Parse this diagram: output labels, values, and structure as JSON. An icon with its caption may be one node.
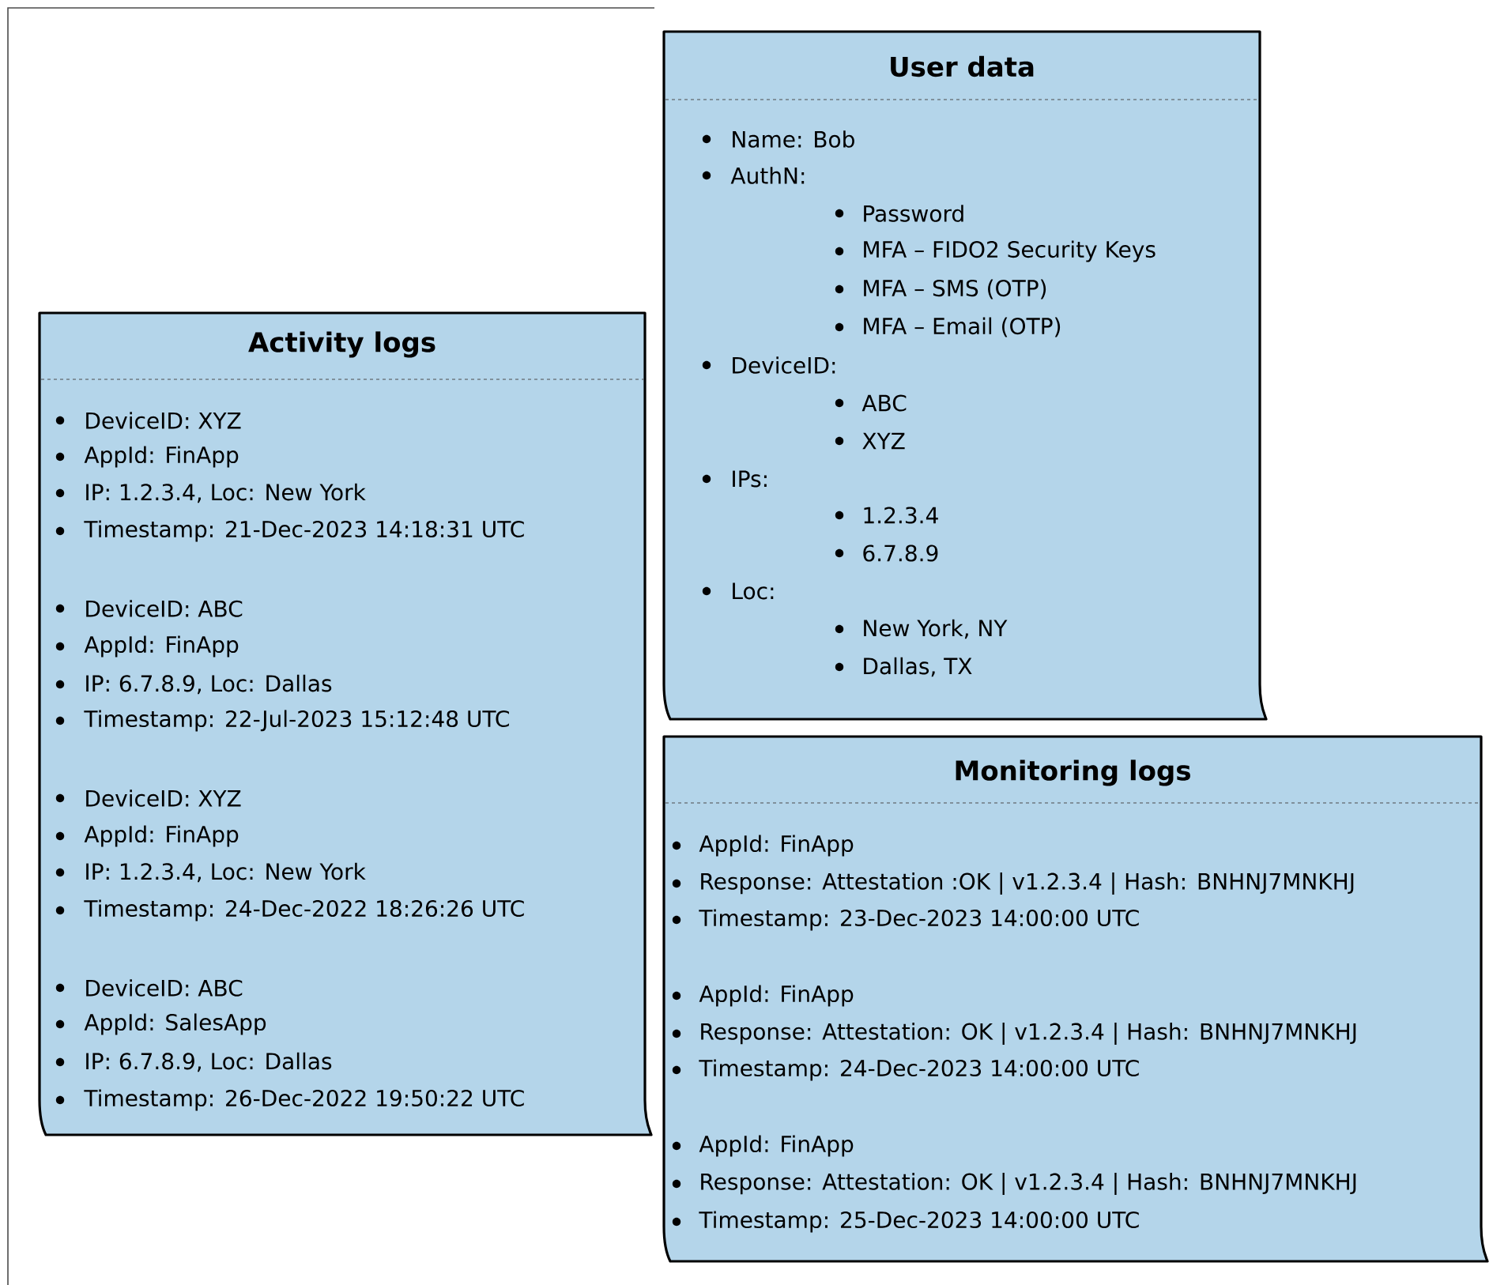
{
  "diagram": {
    "nodes": [
      {
        "text": [
          "Activity logs",
          "DeviceID: XYZ",
          "AppId: FinApp",
          "IP: 1.2.3.4, Loc: New York",
          "Timestamp: 21-Dec-2023 14:18:31 UTC",
          "DeviceID: ABC",
          "AppId: FinApp",
          "IP: 6.7.8.9, Loc: Dallas",
          "Timestamp: 22-Jul-2023 15:12:48 UTC",
          "DeviceID: XYZ",
          "AppId: FinApp",
          "IP: 1.2.3.4, Loc: New York",
          "Timestamp: 24-Dec-2022 18:26:26 UTC",
          "DeviceID: ABC",
          "AppId: SalesApp",
          "IP: 6.7.8.9, Loc: Dallas",
          "Timestamp: 26-Dec-2022 19:50:22 UTC"
        ]
      },
      {
        "text": [
          "User data",
          "Name: Bob",
          "AuthN:",
          "Password",
          "MFA – FIDO2 Security Keys",
          "MFA – SMS (OTP)",
          "MFA – Email (OTP)",
          "DeviceID:",
          "ABC",
          "XYZ",
          "IPs:",
          "1.2.3.4",
          "6.7.8.9",
          "Loc:",
          "New York, NY",
          "Dallas, TX"
        ]
      },
      {
        "text": [
          "Monitoring logs",
          "AppId: FinApp",
          "Response: Attestation :OK | v1.2.3.4 | Hash: BNHNJ7MNKHJ",
          "Timestamp: 23-Dec-2023 14:00:00 UTC",
          "AppId: FinApp",
          "Response: Attestation: OK | v1.2.3.4 | Hash: BNHNJ7MNKHJ",
          "Timestamp: 24-Dec-2023 14:00:00 UTC",
          "AppId: FinApp",
          "Response: Attestation: OK | v1.2.3.4 | Hash: BNHNJ7MNKHJ",
          "Timestamp: 25-Dec-2023 14:00:00 UTC"
        ]
      }
    ]
  }
}
